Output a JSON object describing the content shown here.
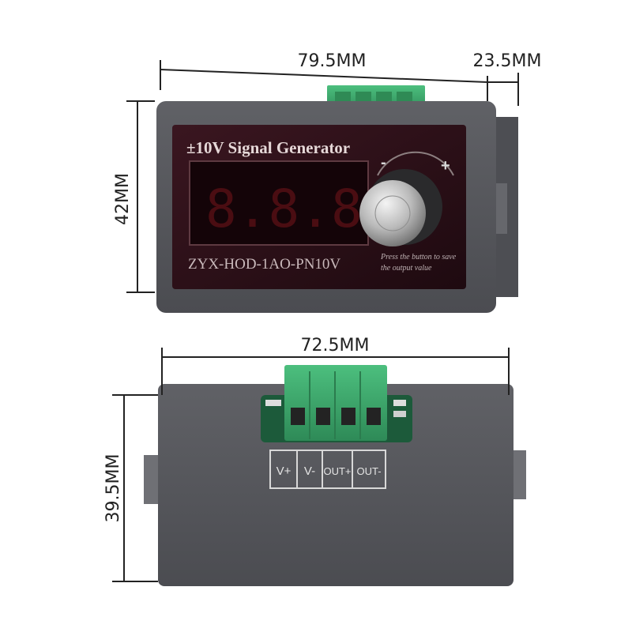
{
  "dimensions": {
    "top_width": "79.5MM",
    "top_depth": "23.5MM",
    "top_height": "42MM",
    "bottom_width": "72.5MM",
    "bottom_height": "39.5MM"
  },
  "front_panel": {
    "title": "±10V Signal Generator",
    "model": "ZYX-HOD-1AO-PN10V",
    "display_digits": "8.8.8.8",
    "knob_minus": "-",
    "knob_plus": "+",
    "note_line1": "Press the button to save",
    "note_line2": "the output value"
  },
  "terminal_labels": [
    "V+",
    "V-",
    "OUT+",
    "OUT-"
  ],
  "colors": {
    "case": "#55565b",
    "panel": "#2a0f16",
    "terminal": "#3aa46a",
    "segment": "#4a0d12"
  }
}
